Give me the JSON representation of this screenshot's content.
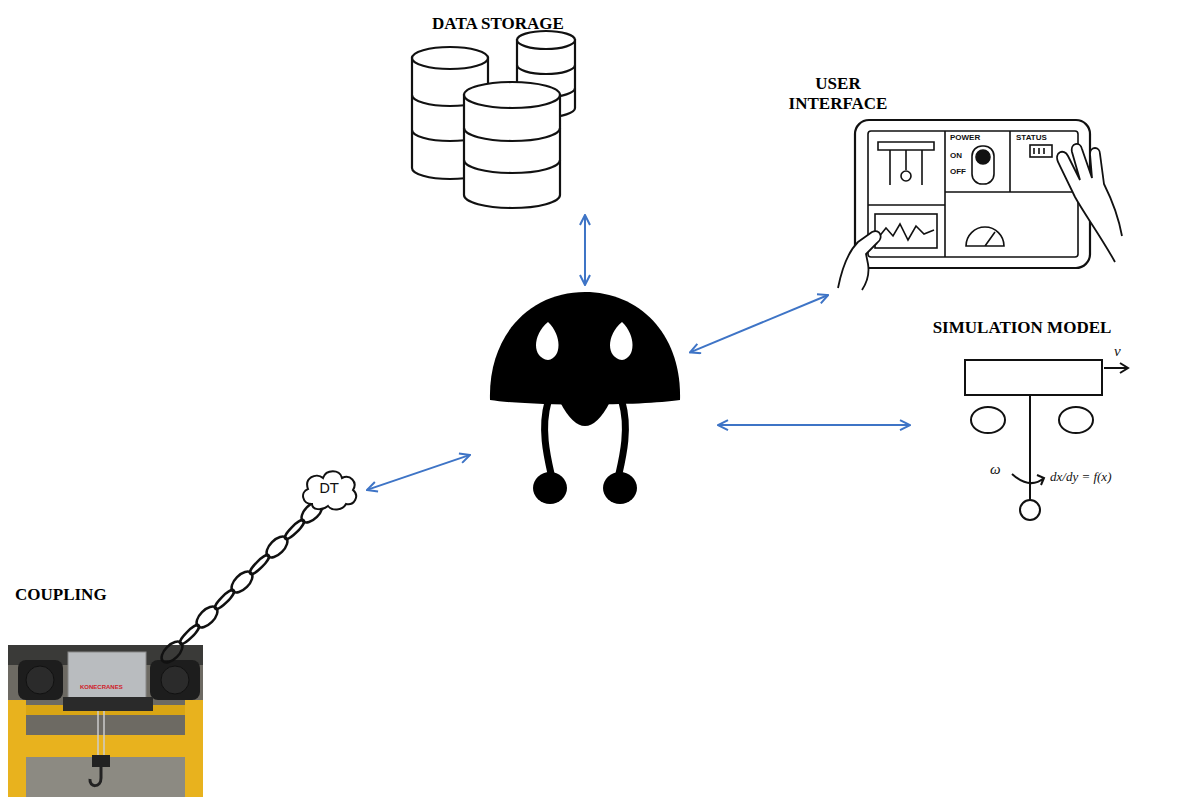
{
  "diagram": {
    "nodes": [
      {
        "text": [
          "DATA STORAGE"
        ]
      },
      {
        "text": [
          "USER INTERFACE"
        ]
      },
      {
        "text": []
      },
      {
        "text": [
          "SIMULATION MODEL"
        ]
      },
      {
        "text": [
          "DT"
        ]
      }
    ],
    "edges": [
      {
        "from": 2,
        "to": 0,
        "arrow": "both"
      },
      {
        "from": 2,
        "to": 1,
        "arrow": "both"
      },
      {
        "from": 2,
        "to": 3,
        "arrow": "both"
      },
      {
        "from": 2,
        "to": 4,
        "arrow": "both"
      }
    ],
    "labels": [
      "COUPLING",
      "POWER",
      "STATUS",
      "ON",
      "OFF",
      "v",
      "ω",
      "dx/dy = f(x)",
      "KONECRANES"
    ]
  }
}
